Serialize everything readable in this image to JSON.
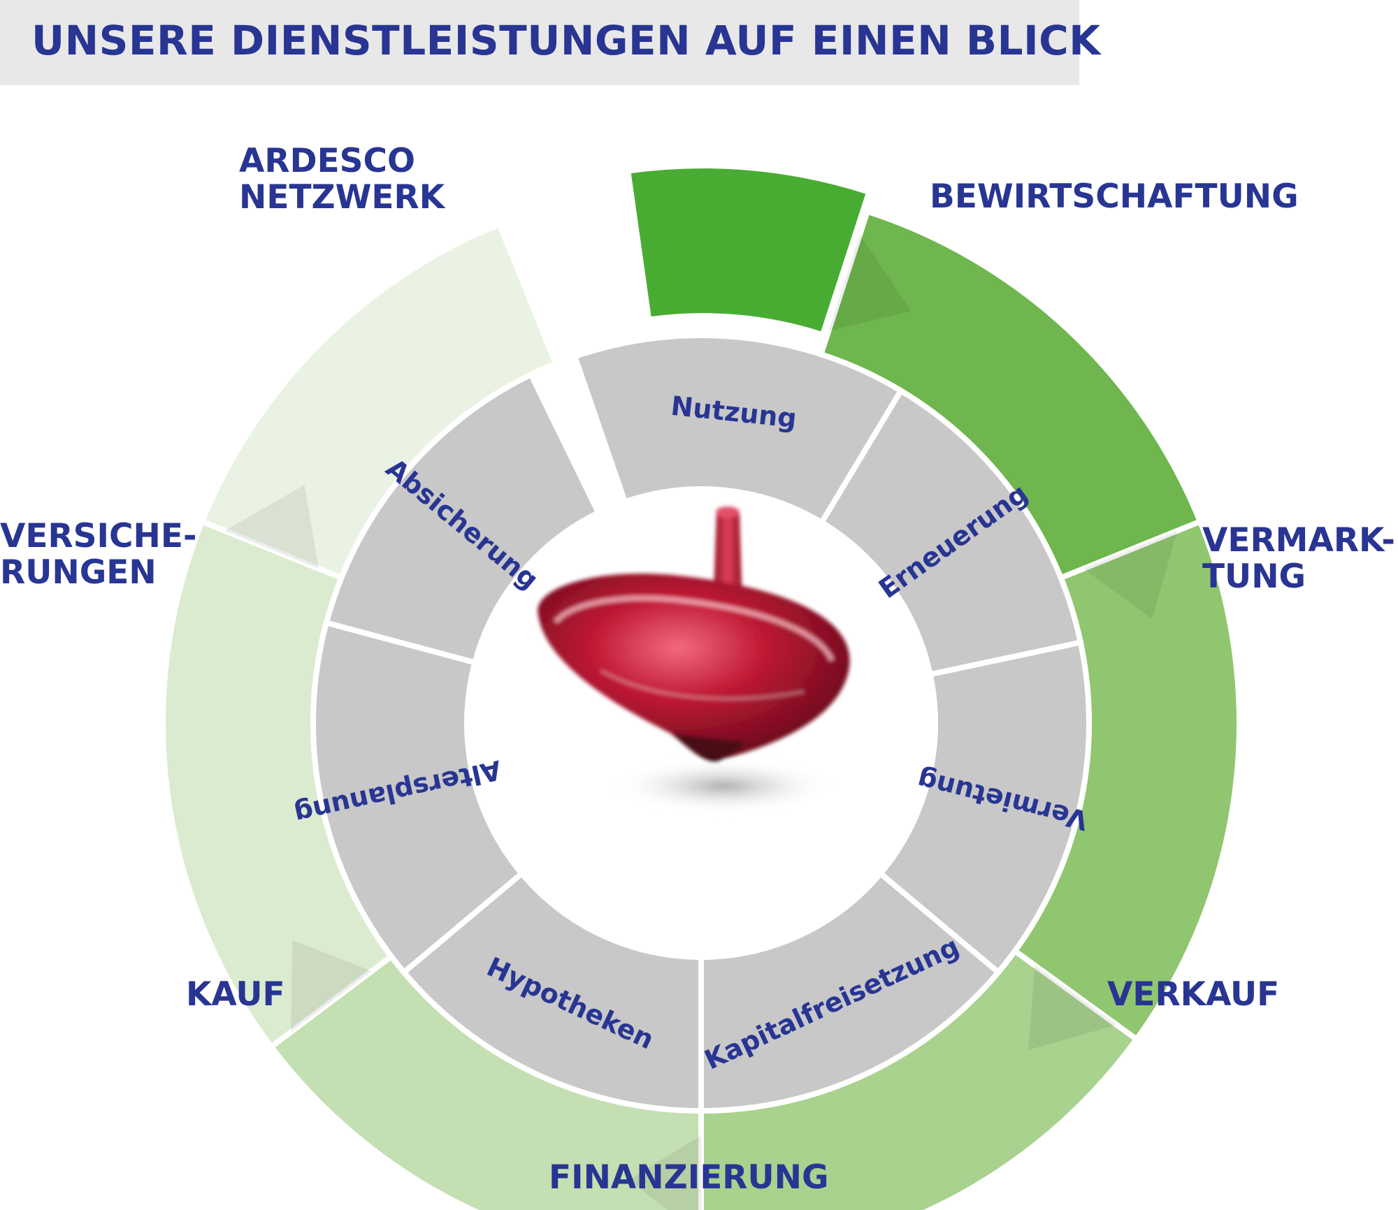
{
  "title": "UNSERE DIENSTLEISTUNGEN AUF EINEN BLICK",
  "outer_labels": {
    "ardesco_netzwerk": [
      "ARDESCO",
      "NETZWERK"
    ],
    "bewirtschaftung": [
      "BEWIRTSCHAFTUNG"
    ],
    "vermarktung": [
      "VERMARK-",
      "TUNG"
    ],
    "verkauf": [
      "VERKAUF"
    ],
    "finanzierung": [
      "FINANZIERUNG"
    ],
    "kauf": [
      "KAUF"
    ],
    "versicherungen": [
      "VERSICHE-",
      "RUNGEN"
    ]
  },
  "inner_labels": {
    "nutzung": "Nutzung",
    "erneuerung": "Erneuerung",
    "vermietung": "Vermietung",
    "kapitalfreisetzung": "Kapitalfreisetzung",
    "hypotheken": "Hypotheken",
    "altersplanung": "Altersplanung",
    "absicherung": "Absicherung"
  },
  "colors": {
    "text": "#283593",
    "header_bg": "#e8e8e8",
    "inner_ring": "#c8c8c8",
    "green_dark": "#48ac33",
    "green_mid": "#6eb64d",
    "green_light": "#90c66f",
    "green_lighter": "#a9d28e",
    "green_pale": "#c4dfb2",
    "green_palest": "#dbebd0",
    "green_faint": "#eaf3e3",
    "top_red": "#b0142e"
  },
  "center_image": "spinning-top"
}
